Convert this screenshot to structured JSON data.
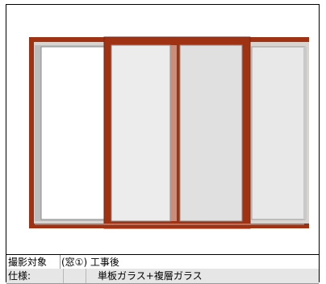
{
  "photo": {
    "colors": {
      "frame": "#a03214",
      "frame_dark": "#7e2610",
      "glass_clear": "#ffffff",
      "glass_frosted": "#ececec",
      "glass_shade": "#e0e0e0",
      "rail_gray": "#b9b9b9",
      "meeting_stile": "#c98d79"
    }
  },
  "table": {
    "subject_label": "撮影対象",
    "subject_value": "(窓①)  工事後",
    "spec_label": "仕様:",
    "spec_value": "単板ガラス+複層ガラス"
  }
}
